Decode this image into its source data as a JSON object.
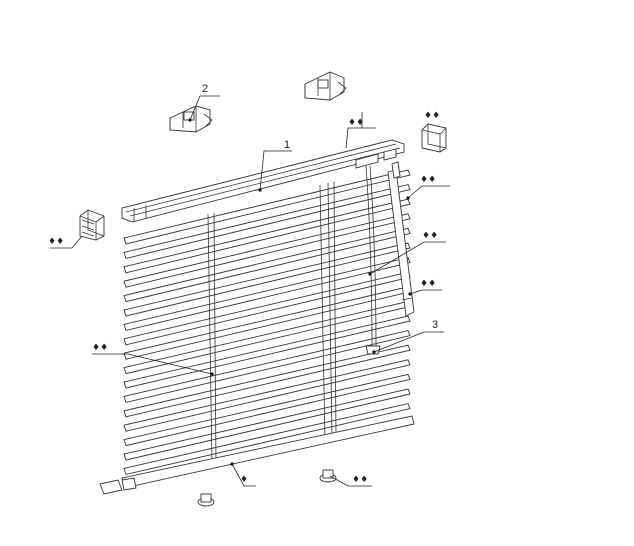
{
  "callouts": [
    {
      "id": "headrail",
      "text": "1"
    },
    {
      "id": "bracket",
      "text": "2"
    },
    {
      "id": "wand",
      "text": "3"
    },
    {
      "id": "valance-clip",
      "text": "♦♦"
    },
    {
      "id": "end-cap-left",
      "text": "♦♦"
    },
    {
      "id": "end-cap-box",
      "text": "♦♦"
    },
    {
      "id": "tilt-mech",
      "text": "♦♦"
    },
    {
      "id": "cord",
      "text": "♦♦"
    },
    {
      "id": "tassel",
      "text": "♦♦"
    },
    {
      "id": "ladder",
      "text": "♦♦"
    },
    {
      "id": "bottom-rail",
      "text": "♦"
    },
    {
      "id": "hold-down",
      "text": "♦♦"
    }
  ]
}
